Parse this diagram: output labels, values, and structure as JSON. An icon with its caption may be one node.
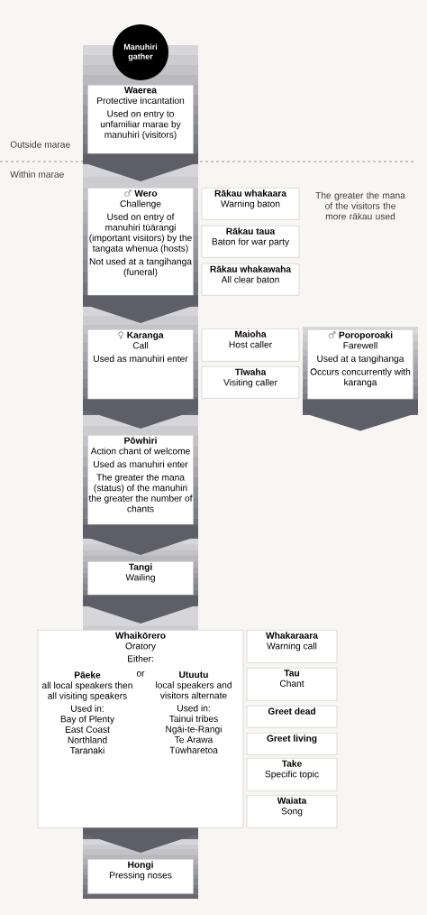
{
  "diagram": {
    "nodes": [
      {
        "text": [
          "Manuhiri gather"
        ]
      },
      {
        "text": [
          "Waerea",
          "Protective incantation",
          "Used on entry to unfamiliar marae by manuhiri (visitors)"
        ]
      },
      {
        "text": [
          "♂ Wero",
          "Challenge",
          "Used on entry of manuhiri tūārangi (important visitors) by the tangata whenua (hosts)",
          "Not used at a tangihanga (funeral)"
        ]
      },
      {
        "text": [
          "Rākau whakaara",
          "Warning baton"
        ]
      },
      {
        "text": [
          "Rākau taua",
          "Baton for war party"
        ]
      },
      {
        "text": [
          "Rākau whakawaha",
          "All clear baton"
        ]
      },
      {
        "text": [
          "♀ Karanga",
          "Call",
          "Used as manuhiri enter"
        ]
      },
      {
        "text": [
          "Maioha",
          "Host caller"
        ]
      },
      {
        "text": [
          "Tīwaha",
          "Visiting caller"
        ]
      },
      {
        "text": [
          "♂ Poroporoaki",
          "Farewell",
          "Used at a tangihanga",
          "Occurs concurrently with karanga"
        ]
      },
      {
        "text": [
          "Pōwhiri",
          "Action chant of welcome",
          "Used as manuhiri enter",
          "The greater the mana (status) of the manuhiri the greater the number of chants"
        ]
      },
      {
        "text": [
          "Tangi",
          "Wailing"
        ]
      },
      {
        "text": [
          "Whaikōrero",
          "Oratory",
          "Either:",
          "Pāeke",
          "all local speakers then all visiting speakers",
          "or",
          "Utuutu",
          "local speakers and visitors alternate",
          "Used in:",
          "Bay of Plenty",
          "East Coast",
          "Northland",
          "Taranaki",
          "Used in:",
          "Tainui tribes",
          "Ngāi-te-Rangi",
          "Te Arawa",
          "Tūwharetoa"
        ]
      },
      {
        "text": [
          "Whakaraara",
          "Warning call"
        ]
      },
      {
        "text": [
          "Tau",
          "Chant"
        ]
      },
      {
        "text": [
          "Greet dead"
        ]
      },
      {
        "text": [
          "Greet living"
        ]
      },
      {
        "text": [
          "Take",
          "Specific topic"
        ]
      },
      {
        "text": [
          "Waiata",
          "Song"
        ]
      },
      {
        "text": [
          "Hongi",
          "Pressing noses"
        ]
      }
    ],
    "edges": [
      {
        "from": 1,
        "to": 2,
        "arrow": "to"
      },
      {
        "from": 2,
        "to": 6,
        "arrow": "to"
      },
      {
        "from": 6,
        "to": 10,
        "arrow": "to"
      },
      {
        "from": 10,
        "to": 11,
        "arrow": "to"
      },
      {
        "from": 11,
        "to": 12,
        "arrow": "to"
      },
      {
        "from": 12,
        "to": 19,
        "arrow": "to"
      },
      {
        "from": 9,
        "to": null,
        "arrow": "to"
      }
    ],
    "labels": [
      "Outside marae",
      "Within marae",
      "The greater the mana of the visitors the more rākau used"
    ]
  }
}
